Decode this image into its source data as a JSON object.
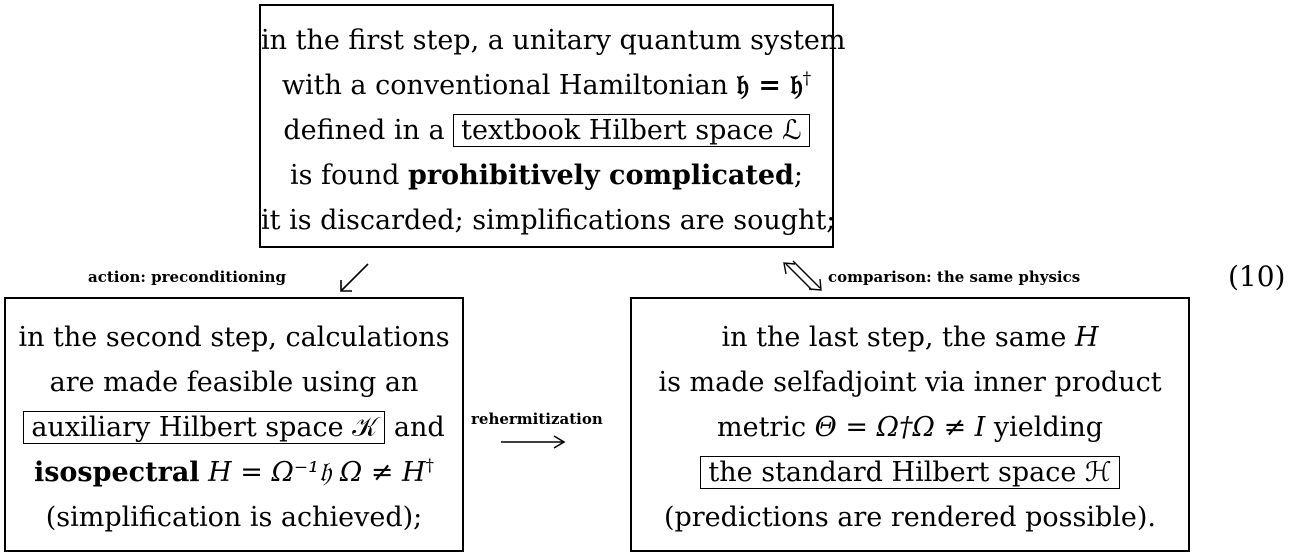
{
  "top_box": {
    "line1": "in the first step, a unitary quantum system",
    "line2_pre": "with a conventional Hamiltonian ",
    "line2_math": "𝔥 = 𝔥",
    "line2_sup": "†",
    "line3_pre": "defined in a ",
    "line3_boxed": "textbook Hilbert space ℒ",
    "line4_pre": "is found ",
    "line4_bold": "prohibitively complicated",
    "line4_post": ";",
    "line5": "it is discarded; simplifications are sought;"
  },
  "left_box": {
    "line1": "in the second step, calculations",
    "line2": "are made feasible using an",
    "line3_boxed": "auxiliary Hilbert space 𝒦",
    "line3_post": " and",
    "line4_bold": "isospectral",
    "line4_math": " H = Ω⁻¹𝔥 Ω ≠ H",
    "line4_sup": "†",
    "line5": "(simplification is achieved);"
  },
  "right_box": {
    "line1_pre": "in the last step, the same ",
    "line1_math": "H",
    "line2": "is made selfadjoint via inner product",
    "line3_pre": "metric ",
    "line3_math": "Θ = Ω†Ω ≠ I",
    "line3_post": " yielding",
    "line4_boxed": "the standard Hilbert space ℋ",
    "line5": "(predictions are rendered possible)."
  },
  "labels": {
    "action": "action: preconditioning",
    "comparison": "comparison: the same physics",
    "rehermitization": "rehermitization"
  },
  "equation_number": "(10)"
}
